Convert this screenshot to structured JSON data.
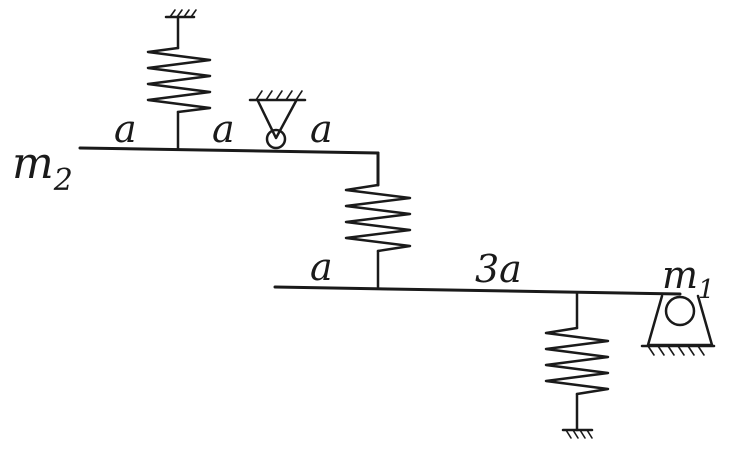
{
  "labels": {
    "mass_top": "m",
    "mass_top_sub": "2",
    "mass_bottom": "m",
    "mass_bottom_sub": "1",
    "len_top_1": "a",
    "len_top_2": "a",
    "len_top_3": "a",
    "len_bottom_1": "a",
    "len_bottom_2": "3a"
  },
  "colors": {
    "ink": "#1a1a1a",
    "background": "#ffffff"
  }
}
